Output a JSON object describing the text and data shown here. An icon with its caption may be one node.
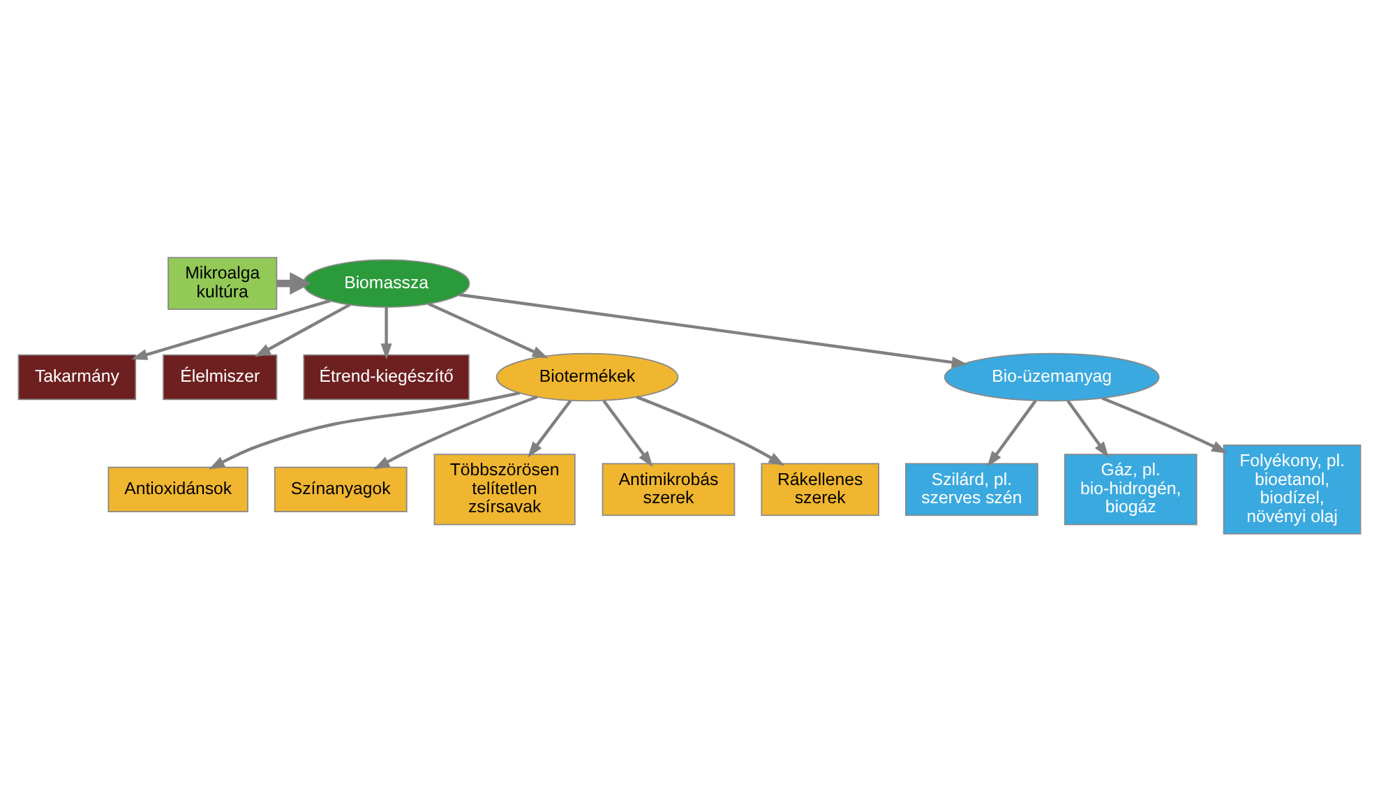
{
  "diagram": {
    "nodes": [
      {
        "text": [
          "Mikroalga kultúra"
        ]
      },
      {
        "text": [
          "Biomassza"
        ]
      },
      {
        "text": [
          "Takarmány"
        ]
      },
      {
        "text": [
          "Élelmiszer"
        ]
      },
      {
        "text": [
          "Étrend-kiegészítő"
        ]
      },
      {
        "text": [
          "Biotermékek"
        ]
      },
      {
        "text": [
          "Bio-üzemanyag"
        ]
      },
      {
        "text": [
          "Antioxidánsok"
        ]
      },
      {
        "text": [
          "Színanyagok"
        ]
      },
      {
        "text": [
          "Többszörösen telítetlen zsírsavak"
        ]
      },
      {
        "text": [
          "Antimikrobás szerek"
        ]
      },
      {
        "text": [
          "Rákellenes szerek"
        ]
      },
      {
        "text": [
          "Szilárd, pl. szerves szén"
        ]
      },
      {
        "text": [
          "Gáz, pl. bio-hidrogén, biogáz"
        ]
      },
      {
        "text": [
          "Folyékony, pl. bioetanol, biodízel, növényi olaj"
        ]
      }
    ],
    "edges": [
      {
        "from": 0,
        "to": 1,
        "arrow": "to",
        "style": "thick"
      },
      {
        "from": 1,
        "to": 2,
        "arrow": "to"
      },
      {
        "from": 1,
        "to": 3,
        "arrow": "to"
      },
      {
        "from": 1,
        "to": 4,
        "arrow": "to"
      },
      {
        "from": 1,
        "to": 5,
        "arrow": "to"
      },
      {
        "from": 1,
        "to": 6,
        "arrow": "to"
      },
      {
        "from": 5,
        "to": 7,
        "arrow": "to"
      },
      {
        "from": 5,
        "to": 8,
        "arrow": "to"
      },
      {
        "from": 5,
        "to": 9,
        "arrow": "to"
      },
      {
        "from": 5,
        "to": 10,
        "arrow": "to"
      },
      {
        "from": 5,
        "to": 11,
        "arrow": "to"
      },
      {
        "from": 6,
        "to": 12,
        "arrow": "to"
      },
      {
        "from": 6,
        "to": 13,
        "arrow": "to"
      },
      {
        "from": 6,
        "to": 14,
        "arrow": "to"
      }
    ]
  }
}
